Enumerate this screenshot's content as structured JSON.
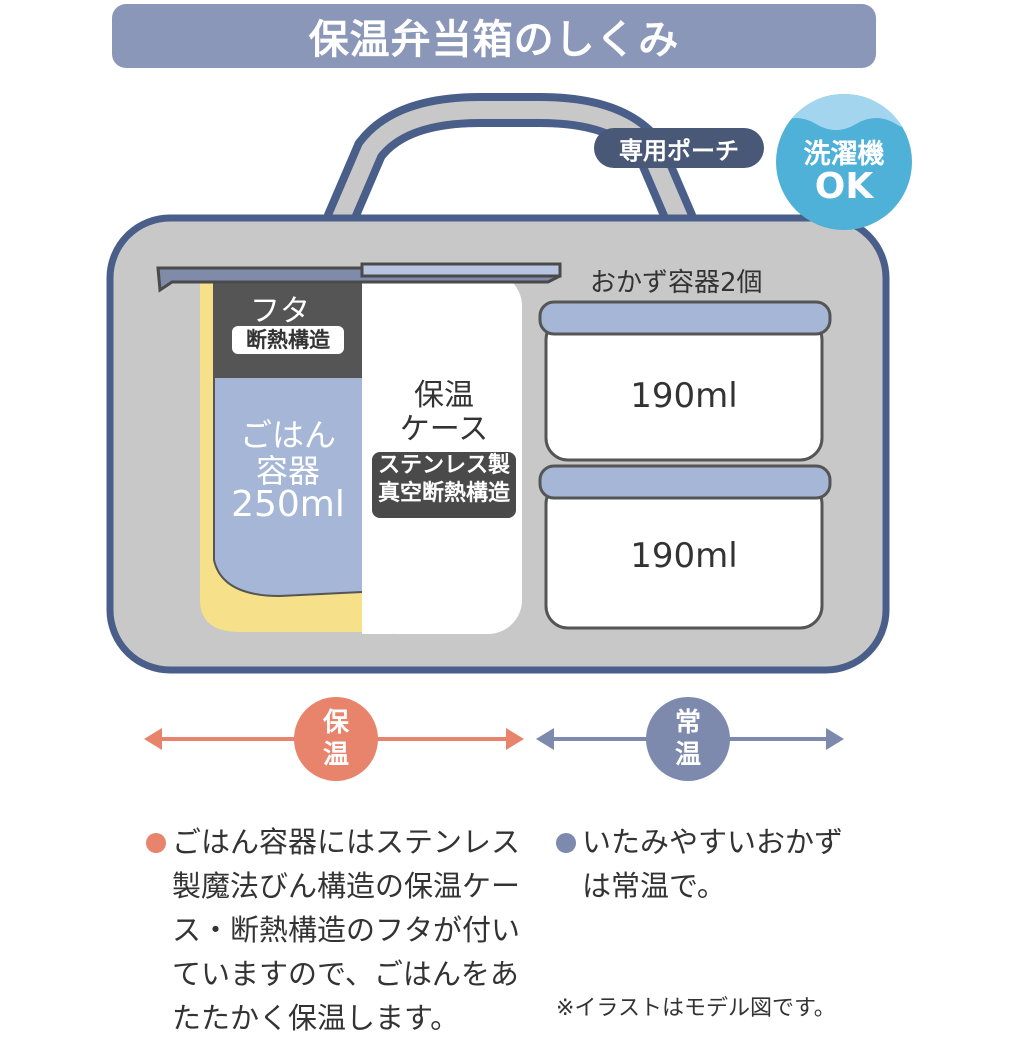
{
  "title": "保温弁当箱のしくみ",
  "pouch_label": "専用ポーチ",
  "washable_badge": {
    "line1": "洗濯機",
    "line2": "OK"
  },
  "lid": {
    "name": "フタ",
    "spec": "断熱構造"
  },
  "rice_container": {
    "line1": "ごはん",
    "line2": "容器",
    "capacity": "250ml"
  },
  "insulated_case": {
    "line1": "保温",
    "line2": "ケース",
    "spec_line1": "ステンレス製",
    "spec_line2": "真空断熱構造"
  },
  "side_containers": {
    "label": "おかず容器2個",
    "top_capacity": "190ml",
    "bottom_capacity": "190ml"
  },
  "zones": {
    "warm": {
      "line1": "保",
      "line2": "温",
      "color": "#e8836c"
    },
    "room": {
      "line1": "常",
      "line2": "温",
      "color": "#7d8aae"
    }
  },
  "notes": {
    "warm": [
      "ごはん容器にはステンレス",
      "製魔法びん構造の保温ケー",
      "ス・断熱構造のフタが付い",
      "ていますので、ごはんをあ",
      "たたかく保温します。"
    ],
    "room": [
      "いたみやすいおかず",
      "は常温で。"
    ]
  },
  "footnote": "※イラストはモデル図です。",
  "colors": {
    "title_bg": "#8a97b8",
    "pouch_outline": "#4a5e8a",
    "pouch_fill": "#c8c8c8",
    "blue_fill": "#a6b6d6",
    "yellow": "#f6e08a"
  }
}
